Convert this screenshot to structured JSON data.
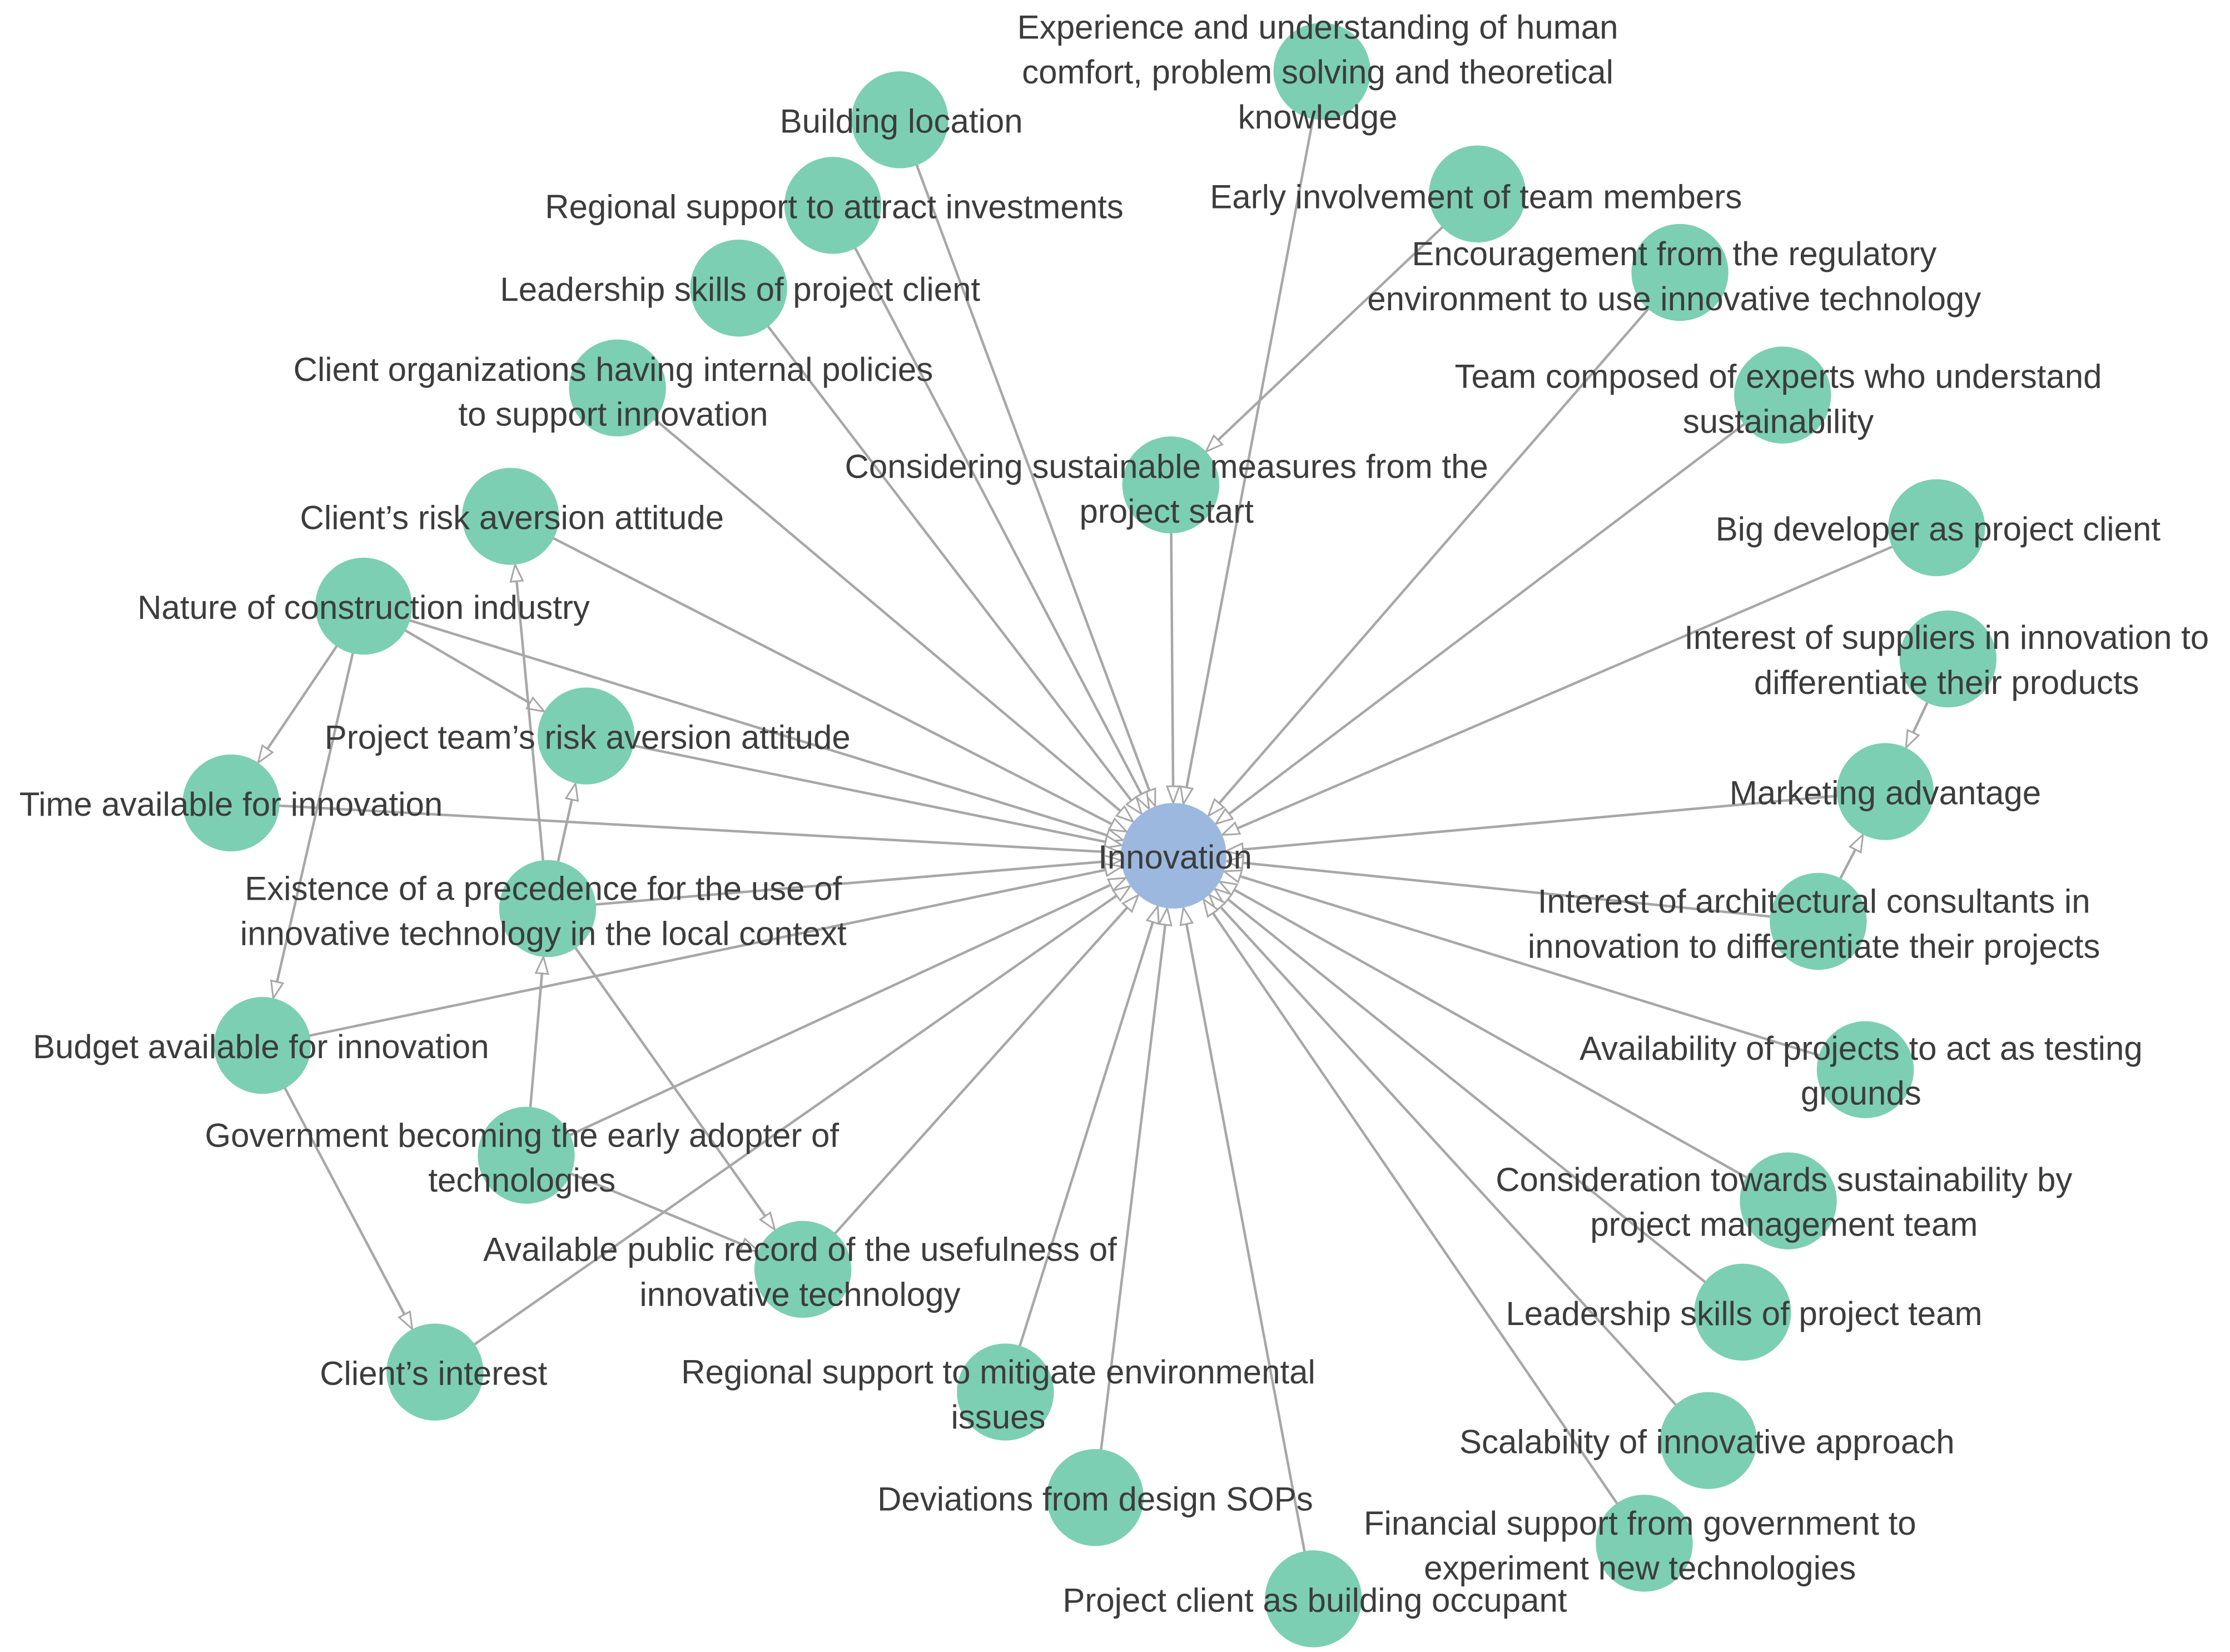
{
  "colors": {
    "node": "#7ccfb3",
    "center_node": "#9cb8df",
    "edge": "#a7a7a7",
    "arrowhead_fill": "#ffffff",
    "label": "#3c3c3c"
  },
  "nodes": [
    {
      "id": "innovation",
      "lines": [
        "Innovation"
      ],
      "central": true
    },
    {
      "id": "experience",
      "lines": [
        "Experience and understanding of human",
        "comfort, problem solving and theoretical",
        "knowledge"
      ]
    },
    {
      "id": "building-location",
      "lines": [
        "Building location"
      ]
    },
    {
      "id": "regional-investments",
      "lines": [
        "Regional support to attract investments"
      ]
    },
    {
      "id": "early-involvement",
      "lines": [
        "Early involvement of team members"
      ]
    },
    {
      "id": "regulatory",
      "lines": [
        "Encouragement from the regulatory",
        "environment to use innovative technology"
      ]
    },
    {
      "id": "leadership-client",
      "lines": [
        "Leadership skills of project client"
      ]
    },
    {
      "id": "client-org-policies",
      "lines": [
        "Client organizations having internal policies",
        "to support innovation"
      ]
    },
    {
      "id": "team-experts",
      "lines": [
        "Team composed of experts who understand",
        "sustainability"
      ]
    },
    {
      "id": "sustainable-measures",
      "lines": [
        "Considering sustainable measures from the",
        "project start"
      ]
    },
    {
      "id": "client-risk",
      "lines": [
        "Client’s risk aversion attitude"
      ]
    },
    {
      "id": "big-developer",
      "lines": [
        "Big developer as project client"
      ]
    },
    {
      "id": "nature-industry",
      "lines": [
        "Nature of construction industry"
      ]
    },
    {
      "id": "suppliers",
      "lines": [
        "Interest of suppliers in innovation to",
        "differentiate their products"
      ]
    },
    {
      "id": "team-risk",
      "lines": [
        "Project team’s risk aversion attitude"
      ]
    },
    {
      "id": "marketing",
      "lines": [
        "Marketing advantage"
      ]
    },
    {
      "id": "time-available",
      "lines": [
        "Time available for innovation"
      ]
    },
    {
      "id": "precedence",
      "lines": [
        "Existence of a precedence for the use of",
        "innovative technology in the local context"
      ]
    },
    {
      "id": "architects",
      "lines": [
        "Interest of architectural consultants in",
        "innovation to differentiate their projects"
      ]
    },
    {
      "id": "budget",
      "lines": [
        "Budget available for innovation"
      ]
    },
    {
      "id": "testing-grounds",
      "lines": [
        "Availability of projects to act as testing",
        "grounds"
      ]
    },
    {
      "id": "gov-adopter",
      "lines": [
        "Government becoming the early adopter of",
        "technologies"
      ]
    },
    {
      "id": "pm-sustainability",
      "lines": [
        "Consideration towards sustainability by",
        "project management team"
      ]
    },
    {
      "id": "public-record",
      "lines": [
        "Available public record of the usefulness of",
        "innovative technology"
      ]
    },
    {
      "id": "leadership-team",
      "lines": [
        "Leadership skills of project team"
      ]
    },
    {
      "id": "client-interest",
      "lines": [
        "Client’s interest"
      ]
    },
    {
      "id": "regional-environment",
      "lines": [
        "Regional support to mitigate environmental",
        "issues"
      ]
    },
    {
      "id": "scalability",
      "lines": [
        "Scalability of innovative approach"
      ]
    },
    {
      "id": "sops",
      "lines": [
        "Deviations from design SOPs"
      ]
    },
    {
      "id": "financial-support",
      "lines": [
        "Financial support from government to",
        "experiment new technologies"
      ]
    },
    {
      "id": "occupant",
      "lines": [
        "Project client as building occupant"
      ]
    }
  ],
  "edges": [
    {
      "from": "experience",
      "to": "innovation"
    },
    {
      "from": "building-location",
      "to": "innovation"
    },
    {
      "from": "regional-investments",
      "to": "innovation"
    },
    {
      "from": "early-involvement",
      "to": "sustainable-measures"
    },
    {
      "from": "regulatory",
      "to": "innovation"
    },
    {
      "from": "leadership-client",
      "to": "innovation"
    },
    {
      "from": "client-org-policies",
      "to": "innovation"
    },
    {
      "from": "team-experts",
      "to": "innovation"
    },
    {
      "from": "sustainable-measures",
      "to": "innovation"
    },
    {
      "from": "client-risk",
      "to": "innovation"
    },
    {
      "from": "big-developer",
      "to": "innovation"
    },
    {
      "from": "nature-industry",
      "to": "innovation"
    },
    {
      "from": "nature-industry",
      "to": "time-available"
    },
    {
      "from": "nature-industry",
      "to": "team-risk"
    },
    {
      "from": "nature-industry",
      "to": "budget"
    },
    {
      "from": "suppliers",
      "to": "marketing"
    },
    {
      "from": "team-risk",
      "to": "innovation"
    },
    {
      "from": "marketing",
      "to": "innovation"
    },
    {
      "from": "time-available",
      "to": "innovation"
    },
    {
      "from": "precedence",
      "to": "innovation"
    },
    {
      "from": "precedence",
      "to": "client-risk"
    },
    {
      "from": "precedence",
      "to": "team-risk"
    },
    {
      "from": "precedence",
      "to": "public-record"
    },
    {
      "from": "architects",
      "to": "marketing"
    },
    {
      "from": "architects",
      "to": "innovation"
    },
    {
      "from": "budget",
      "to": "innovation"
    },
    {
      "from": "budget",
      "to": "client-interest"
    },
    {
      "from": "testing-grounds",
      "to": "innovation"
    },
    {
      "from": "gov-adopter",
      "to": "innovation"
    },
    {
      "from": "gov-adopter",
      "to": "precedence"
    },
    {
      "from": "gov-adopter",
      "to": "public-record"
    },
    {
      "from": "pm-sustainability",
      "to": "innovation"
    },
    {
      "from": "public-record",
      "to": "innovation"
    },
    {
      "from": "leadership-team",
      "to": "innovation"
    },
    {
      "from": "client-interest",
      "to": "innovation"
    },
    {
      "from": "regional-environment",
      "to": "innovation"
    },
    {
      "from": "scalability",
      "to": "innovation"
    },
    {
      "from": "sops",
      "to": "innovation"
    },
    {
      "from": "financial-support",
      "to": "innovation"
    },
    {
      "from": "occupant",
      "to": "innovation"
    }
  ]
}
